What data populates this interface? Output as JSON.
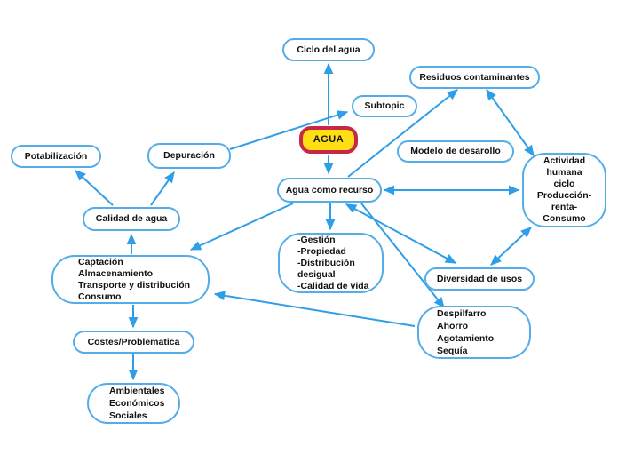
{
  "colors": {
    "edge": "#2f9ee8",
    "node_border": "#55ade8",
    "node_fill": "#ffffff",
    "text": "#111111",
    "agua_fill": "#ffde14",
    "agua_border": "#c62847"
  },
  "nodes": {
    "ciclo": {
      "label": "Ciclo del agua"
    },
    "residuos": {
      "label": "Residuos contaminantes"
    },
    "subtopic": {
      "label": "Subtopic"
    },
    "agua": {
      "label": "AGUA"
    },
    "modelo": {
      "label": "Modelo de desarollo"
    },
    "potabilizacion": {
      "label": "Potabilización"
    },
    "depuracion": {
      "label": "Depuración"
    },
    "actividad": {
      "label": "Actividad\nhumana\nciclo\nProducción-\nrenta-\nConsumo"
    },
    "recurso": {
      "label": "Agua como recurso"
    },
    "calidad": {
      "label": "Calidad de agua"
    },
    "gestion": {
      "label": "-Gestión\n-Propiedad\n-Distribución\ndesigual\n-Calidad de vida"
    },
    "captacion": {
      "label": "Captación\nAlmacenamiento\nTransporte y distribución\nConsumo"
    },
    "diversidad": {
      "label": "Diversidad de usos"
    },
    "despilfarro": {
      "label": "Despilfarro\nAhorro\nAgotamiento\nSequía"
    },
    "costes": {
      "label": "Costes/Problematica"
    },
    "ambientales": {
      "label": "Ambientales\nEconómicos\nSociales"
    }
  },
  "edges": [
    {
      "from": "agua",
      "to": "ciclo",
      "bidirectional": false
    },
    {
      "from": "depuracion",
      "to": "subtopic",
      "bidirectional": false
    },
    {
      "from": "agua",
      "to": "recurso",
      "bidirectional": false
    },
    {
      "from": "recurso",
      "to": "residuos",
      "bidirectional": false
    },
    {
      "from": "residuos",
      "to": "actividad",
      "bidirectional": true
    },
    {
      "from": "recurso",
      "to": "actividad",
      "bidirectional": true
    },
    {
      "from": "recurso",
      "to": "captacion",
      "bidirectional": false
    },
    {
      "from": "captacion",
      "to": "calidad",
      "bidirectional": false
    },
    {
      "from": "calidad",
      "to": "potabilizacion",
      "bidirectional": false
    },
    {
      "from": "calidad",
      "to": "depuracion",
      "bidirectional": false
    },
    {
      "from": "recurso",
      "to": "gestion",
      "bidirectional": false
    },
    {
      "from": "recurso",
      "to": "diversidad",
      "bidirectional": true
    },
    {
      "from": "recurso",
      "to": "despilfarro",
      "bidirectional": false
    },
    {
      "from": "diversidad",
      "to": "actividad",
      "bidirectional": true
    },
    {
      "from": "despilfarro",
      "to": "captacion",
      "bidirectional": false
    },
    {
      "from": "captacion",
      "to": "costes",
      "bidirectional": false
    },
    {
      "from": "costes",
      "to": "ambientales",
      "bidirectional": false
    }
  ]
}
